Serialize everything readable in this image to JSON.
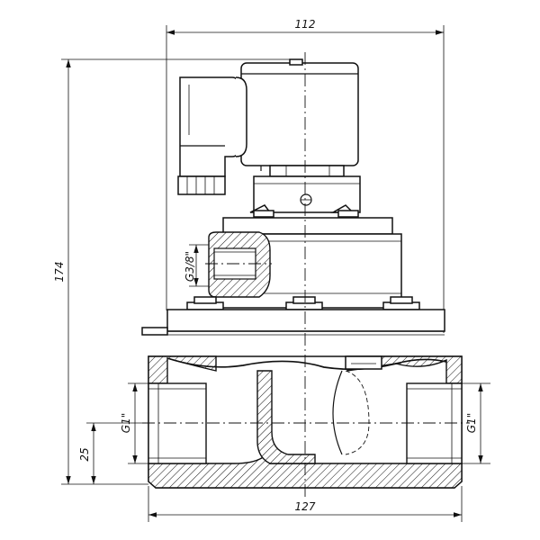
{
  "dimensions": {
    "overall_width": "112",
    "overall_height": "174",
    "body_length": "127",
    "axis_height": "25",
    "pilot_port_thread": "G3/8\"",
    "left_port_thread": "G1\"",
    "right_port_thread": "G1\""
  },
  "colors": {
    "line": "#111111",
    "background": "#ffffff"
  }
}
